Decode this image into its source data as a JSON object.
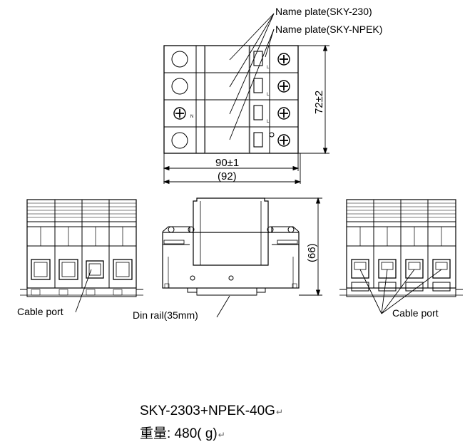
{
  "labels": {
    "name_plate_a": "Name plate(SKY-230)",
    "name_plate_b": "Name plate(SKY-NPEK)",
    "width_dim": "90±1",
    "width_overall": "(92)",
    "height_dim": "72±2",
    "depth_dim": "(66)",
    "cable_port_left": "Cable port",
    "din_rail": "Din rail(35mm)",
    "cable_port_right": "Cable port",
    "terminal_n": "N",
    "terminal_l": "L"
  },
  "caption": {
    "model": "SKY-2303+NPEK-40G",
    "weight": "重量: 480( g)",
    "return_mark": "↵"
  }
}
